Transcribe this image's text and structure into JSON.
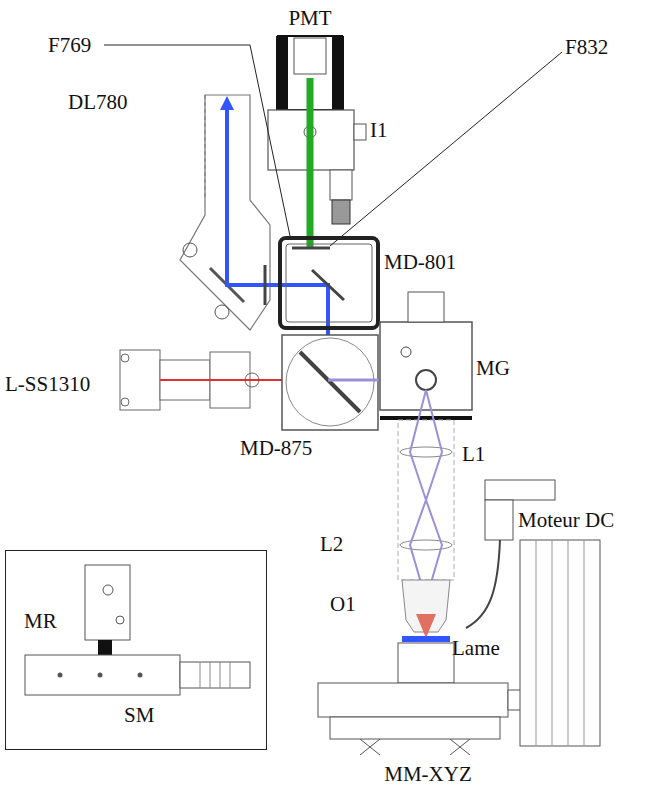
{
  "diagram": {
    "nodes": [
      {
        "text": [
          "MR",
          "SM"
        ]
      }
    ],
    "labels": [
      "PMT",
      "F769",
      "F832",
      "DL780",
      "I1",
      "MD-801",
      "L-SS1310",
      "MG",
      "MD-875",
      "L1",
      "L2",
      "Moteur DC",
      "O1",
      "Lame",
      "MM-XYZ"
    ]
  }
}
